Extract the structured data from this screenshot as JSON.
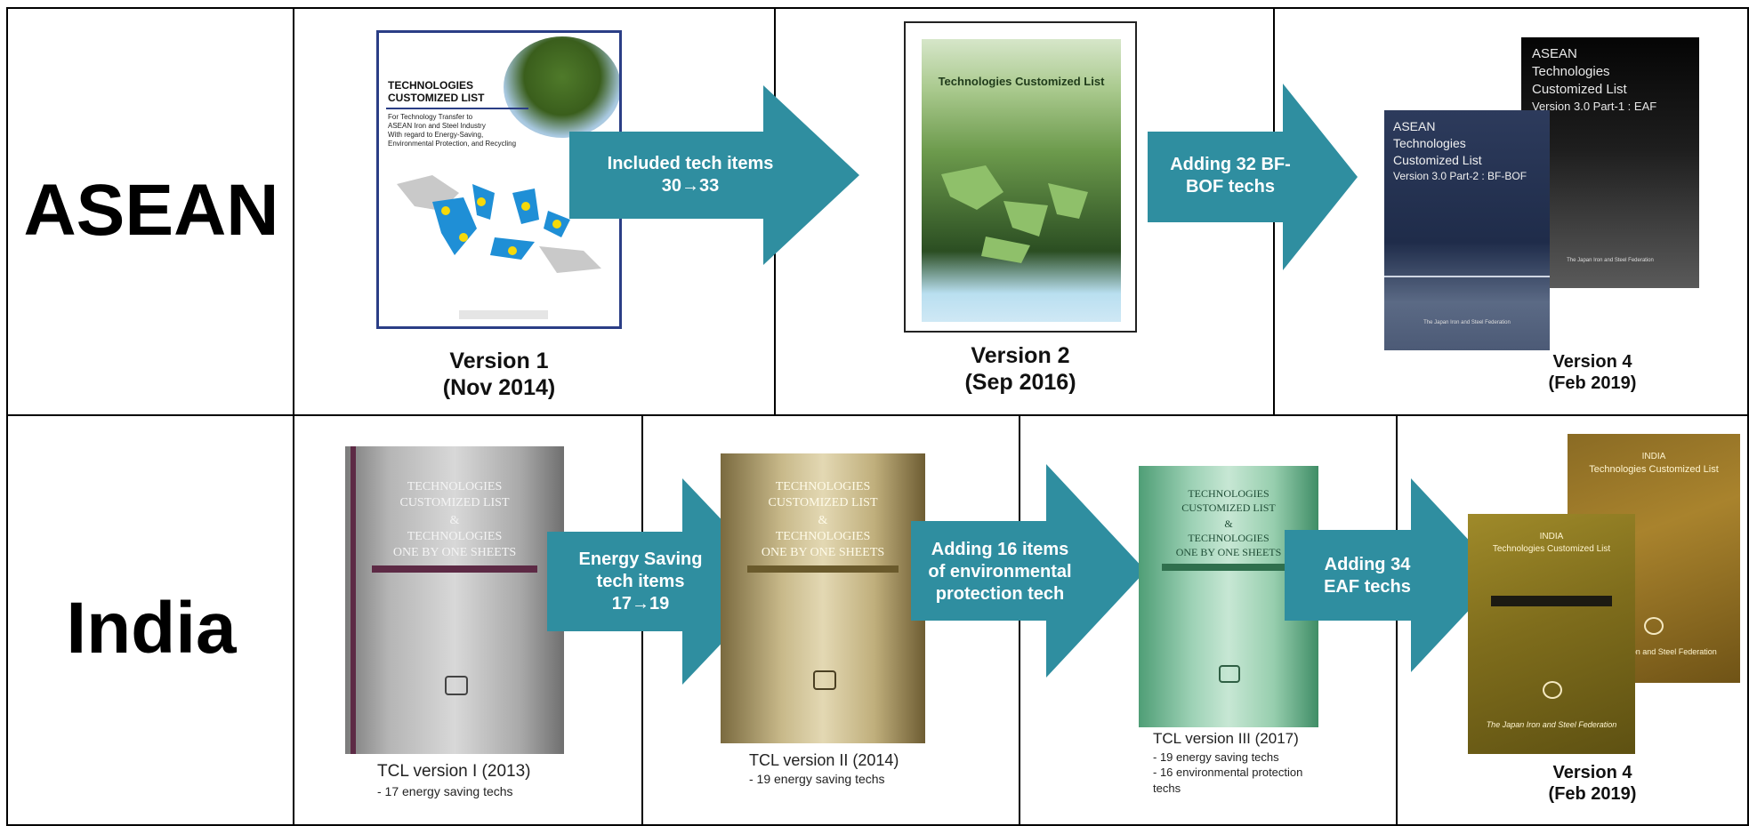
{
  "rows": {
    "asean": "ASEAN",
    "india": "India"
  },
  "asean": {
    "v1": {
      "title_line1": "TECHNOLOGIES",
      "title_line2": "CUSTOMIZED LIST",
      "desc_line1": "For Technology Transfer to",
      "desc_line2": "ASEAN Iron and Steel Industry",
      "desc_line3": "With regard to Energy-Saving,",
      "desc_line4": "Environmental Protection, and Recycling",
      "caption_line1": "Version 1",
      "caption_line2": "(Nov 2014)"
    },
    "arrow1": {
      "line1": "Included tech items",
      "line2": "30→33"
    },
    "v2": {
      "title": "Technologies Customized List",
      "caption_line1": "Version 2",
      "caption_line2": "(Sep 2016)"
    },
    "arrow2": {
      "line1": "Adding 32 BF-",
      "line2": "BOF techs"
    },
    "v4": {
      "back_line1": "ASEAN",
      "back_line2": "Technologies",
      "back_line3": "Customized List",
      "back_line4": "Version 3.0 Part-1 : EAF",
      "back_footer": "The Japan Iron and Steel Federation",
      "front_line1": "ASEAN",
      "front_line2": "Technologies",
      "front_line3": "Customized List",
      "front_line4": "Version 3.0 Part-2 : BF-BOF",
      "front_footer": "The Japan Iron and Steel Federation",
      "caption_line1": "Version 4",
      "caption_line2": "(Feb 2019)"
    }
  },
  "india": {
    "v1": {
      "title_line1": "TECHNOLOGIES",
      "title_line2": "CUSTOMIZED LIST",
      "amp": "&",
      "title_line3": "TECHNOLOGIES",
      "title_line4": "ONE BY ONE SHEETS",
      "caption_title": "TCL version I (2013)",
      "caption_item1": "- 17 energy saving techs"
    },
    "arrow1": {
      "line1": "Energy Saving",
      "line2": "tech items",
      "line3": "17→19"
    },
    "v2": {
      "title_line1": "TECHNOLOGIES",
      "title_line2": "CUSTOMIZED LIST",
      "amp": "&",
      "title_line3": "TECHNOLOGIES",
      "title_line4": "ONE BY ONE SHEETS",
      "caption_title": "TCL version II (2014)",
      "caption_item1": "- 19 energy saving techs"
    },
    "arrow2": {
      "line1": "Adding 16 items",
      "line2": "of environmental",
      "line3": "protection tech"
    },
    "v3": {
      "title_line1": "TECHNOLOGIES",
      "title_line2": "CUSTOMIZED LIST",
      "amp": "&",
      "title_line3": "TECHNOLOGIES",
      "title_line4": "ONE BY ONE SHEETS",
      "caption_title": "TCL version III (2017)",
      "caption_item1": "- 19 energy saving techs",
      "caption_item2": "- 16 environmental protection",
      "caption_item3": "techs"
    },
    "arrow3": {
      "line1": "Adding 34",
      "line2": "EAF techs"
    },
    "v4": {
      "back_line1": "INDIA",
      "back_line2": "Technologies Customized List",
      "back_footer": "Iron and Steel Federation",
      "front_line1": "INDIA",
      "front_line2": "Technologies Customized List",
      "front_footer": "The Japan Iron and Steel Federation",
      "caption_line1": "Version 4",
      "caption_line2": "(Feb 2019)"
    }
  },
  "colors": {
    "arrow": "#2f8ea0",
    "grid": "#000000"
  }
}
